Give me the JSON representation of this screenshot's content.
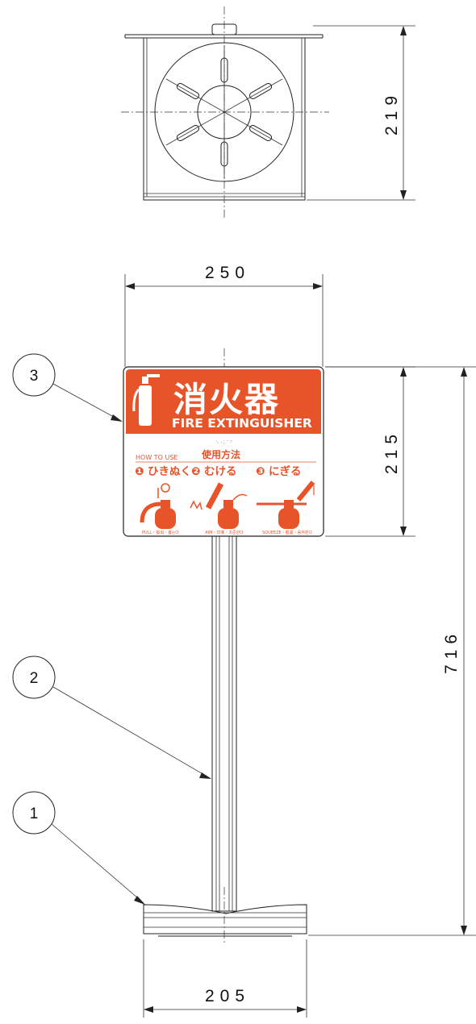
{
  "dimensions": {
    "top_depth": "219",
    "front_width": "250",
    "sign_height": "215",
    "total_height": "716",
    "base_width": "205"
  },
  "callouts": [
    "3",
    "2",
    "1"
  ],
  "sign": {
    "title_jp": "消火器",
    "title_en": "FIRE EXTINGUISHER",
    "braille": "⠱⠐⠥⠁⠋",
    "how_to_use": "HOW TO USE",
    "how_to_use_jp": "使用方法",
    "steps": [
      {
        "num": "❶",
        "label": "ひきぬく",
        "caption": "PULL・拔出・뽑는다"
      },
      {
        "num": "❷",
        "label": "むける",
        "caption": "AIM・対准・조준한다"
      },
      {
        "num": "❸",
        "label": "にぎる",
        "caption": "SQUEEZE・握紧・움켜쥔다"
      }
    ],
    "color": "#e8542a"
  }
}
